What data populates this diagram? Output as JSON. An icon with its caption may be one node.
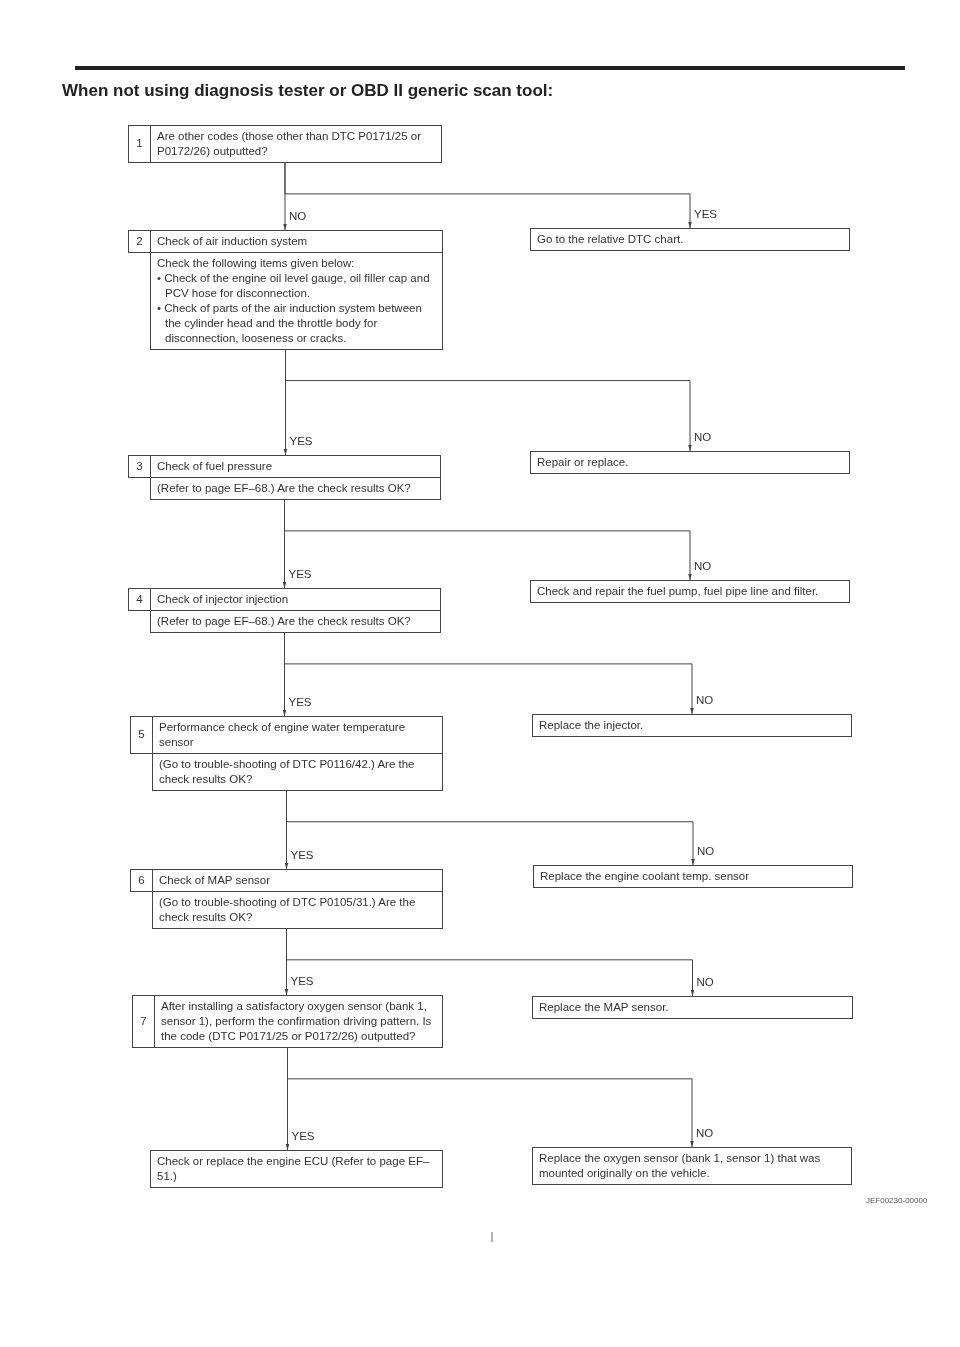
{
  "diagram": {
    "title": "When not using diagnosis tester or OBD II generic scan tool:",
    "nodes": [
      {
        "text": [
          "1",
          "Are other codes (those other than DTC P0171/25 or P0172/26) outputted?"
        ]
      },
      {
        "text": [
          "2",
          "Check of air induction system",
          "Check the following items given below:",
          "• Check of the engine oil level gauge, oil filler cap and PCV hose for disconnection.",
          "• Check of parts of the air induction system between the cylinder head and the throttle body for disconnection, looseness or cracks."
        ]
      },
      {
        "text": [
          "Go to the relative DTC chart."
        ]
      },
      {
        "text": [
          "3",
          "Check of fuel pressure",
          "(Refer to page EF–68.) Are the check results OK?"
        ]
      },
      {
        "text": [
          "Repair or replace."
        ]
      },
      {
        "text": [
          "4",
          "Check of injector injection",
          "(Refer to page EF–68.) Are the check results OK?"
        ]
      },
      {
        "text": [
          "Check and repair the fuel pump, fuel pipe line and filter."
        ]
      },
      {
        "text": [
          "5",
          "Performance check of engine water temperature sensor",
          "(Go to trouble-shooting of DTC P0116/42.) Are the check results OK?"
        ]
      },
      {
        "text": [
          "Replace the injector."
        ]
      },
      {
        "text": [
          "6",
          "Check of MAP sensor",
          "(Go to trouble-shooting of DTC P0105/31.) Are the check results OK?"
        ]
      },
      {
        "text": [
          "Replace the engine coolant temp. sensor"
        ]
      },
      {
        "text": [
          "7",
          "After installing a satisfactory oxygen sensor (bank 1, sensor 1), perform the confirmation driving pattern. Is the code (DTC P0171/25 or P0172/26) outputted?"
        ]
      },
      {
        "text": [
          "Replace the MAP sensor."
        ]
      },
      {
        "text": [
          "Check or replace the engine ECU (Refer to page EF–51.)"
        ]
      },
      {
        "text": [
          "Replace the oxygen sensor (bank 1, sensor 1) that was mounted originally on the vehicle."
        ]
      }
    ],
    "edges": [
      {
        "from": 0,
        "to": 1,
        "arrow": "to",
        "label": "NO"
      },
      {
        "from": 0,
        "to": 2,
        "arrow": "to",
        "label": "YES"
      },
      {
        "from": 1,
        "to": 3,
        "arrow": "to",
        "label": "YES"
      },
      {
        "from": 1,
        "to": 4,
        "arrow": "to",
        "label": "NO"
      },
      {
        "from": 3,
        "to": 5,
        "arrow": "to",
        "label": "YES"
      },
      {
        "from": 3,
        "to": 6,
        "arrow": "to",
        "label": "NO"
      },
      {
        "from": 5,
        "to": 7,
        "arrow": "to",
        "label": "YES"
      },
      {
        "from": 5,
        "to": 8,
        "arrow": "to",
        "label": "NO"
      },
      {
        "from": 7,
        "to": 9,
        "arrow": "to",
        "label": "YES"
      },
      {
        "from": 7,
        "to": 10,
        "arrow": "to",
        "label": "NO"
      },
      {
        "from": 9,
        "to": 11,
        "arrow": "to",
        "label": "YES"
      },
      {
        "from": 9,
        "to": 12,
        "arrow": "to",
        "label": "NO"
      },
      {
        "from": 11,
        "to": 13,
        "arrow": "to",
        "label": "YES"
      },
      {
        "from": 11,
        "to": 14,
        "arrow": "to",
        "label": "NO"
      }
    ],
    "labels": [
      "JEF00230-00000"
    ]
  }
}
